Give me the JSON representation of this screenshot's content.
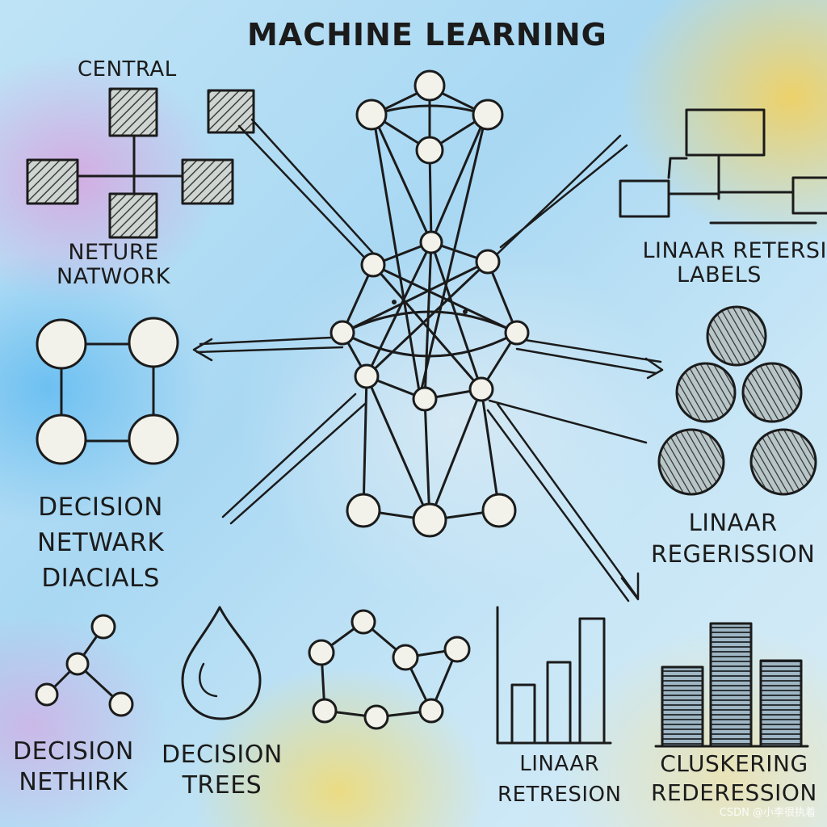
{
  "title": "MACHINE LEARNING",
  "labels": {
    "central": "CENTRAL",
    "neture_line1": "NETURE",
    "neture_line2": "NATWORK",
    "linaar_labels_line1": "LINAAR RETERSI",
    "linaar_labels_line2": "LABELS",
    "decision_diag_line1": "DECISION",
    "decision_diag_line2": "NETWARK",
    "decision_diag_line3": "DIACIALS",
    "lin_reg_line1": "LINAAR",
    "lin_reg_line2": "REGERISSION",
    "dec_net_line1": "DECISION",
    "dec_net_line2": "NETHIRK",
    "dec_trees_line1": "DECISION",
    "dec_trees_line2": "TREES",
    "linaar_bottom_line1": "LINAAR",
    "linaar_bottom_line2": "RETRESION",
    "clusk_line1": "CLUSKERING",
    "clusk_line2": "REDERESSION"
  },
  "watermark": "CSDN @小李很执着",
  "colors": {
    "ink": "#1b1b1b",
    "node_fill": "#f2f2ea",
    "hatch_fill": "#6d7f8a"
  }
}
